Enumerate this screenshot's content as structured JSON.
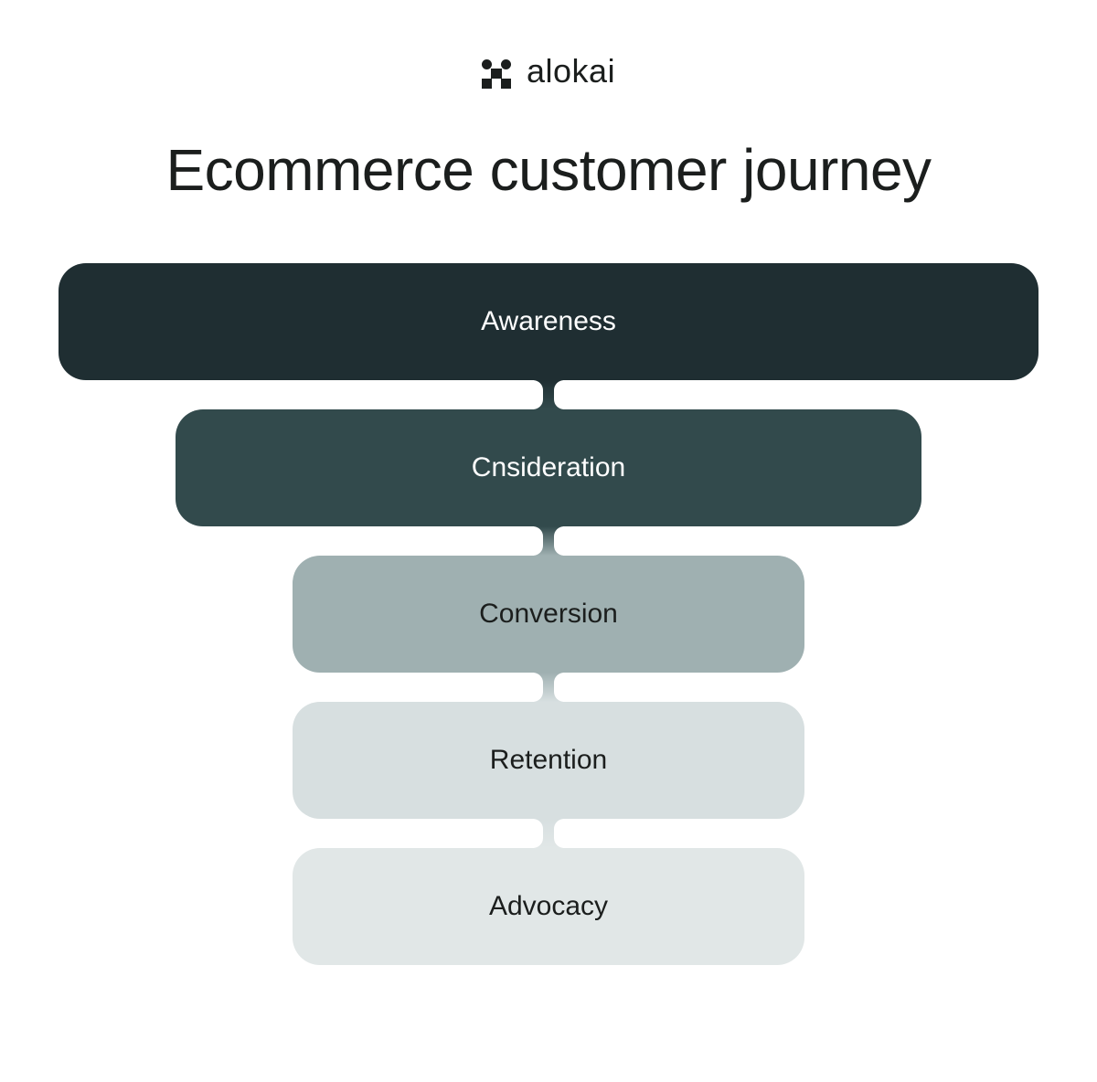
{
  "brand": {
    "name": "alokai",
    "logo_icon": "alokai-logo-icon"
  },
  "title": "Ecommerce customer journey",
  "stages": [
    {
      "label": "Awareness",
      "color": "#1f2e32",
      "text_color": "#ffffff"
    },
    {
      "label": "Cnsideration",
      "color": "#324a4c",
      "text_color": "#ffffff"
    },
    {
      "label": "Conversion",
      "color": "#9fb0b1",
      "text_color": "#1b1e1d"
    },
    {
      "label": "Retention",
      "color": "#d7dfe0",
      "text_color": "#1b1e1d"
    },
    {
      "label": "Advocacy",
      "color": "#e1e7e7",
      "text_color": "#1b1e1d"
    }
  ]
}
